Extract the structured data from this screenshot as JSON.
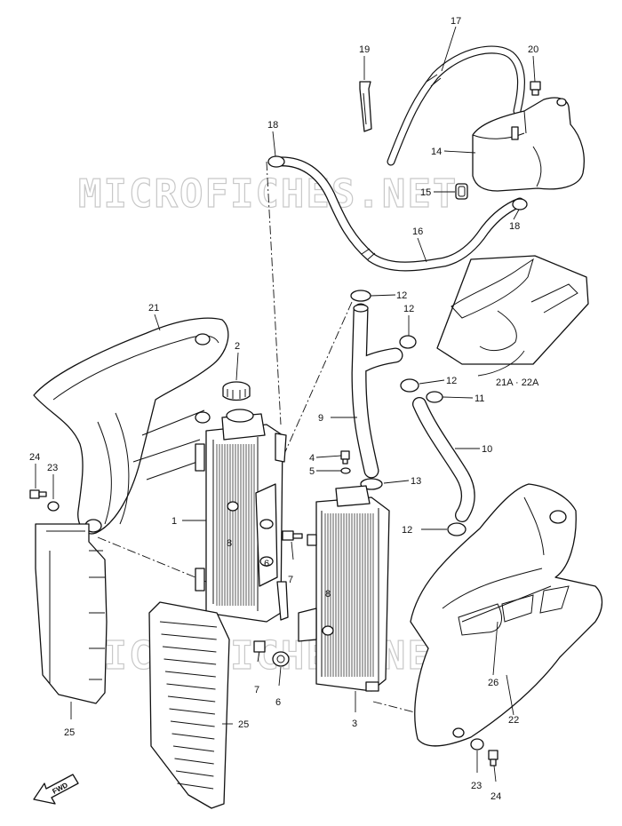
{
  "watermark": "MICROFICHES.NET",
  "fwd_mark": "FWD",
  "callouts": [
    {
      "id": "c1",
      "text": "1"
    },
    {
      "id": "c2",
      "text": "2"
    },
    {
      "id": "c3",
      "text": "3"
    },
    {
      "id": "c4",
      "text": "4"
    },
    {
      "id": "c5",
      "text": "5"
    },
    {
      "id": "c6a",
      "text": "6"
    },
    {
      "id": "c6b",
      "text": "6"
    },
    {
      "id": "c7a",
      "text": "7"
    },
    {
      "id": "c7b",
      "text": "7"
    },
    {
      "id": "c8a",
      "text": "8"
    },
    {
      "id": "c8b",
      "text": "8"
    },
    {
      "id": "c9",
      "text": "9"
    },
    {
      "id": "c10",
      "text": "10"
    },
    {
      "id": "c11",
      "text": "11"
    },
    {
      "id": "c12a",
      "text": "12"
    },
    {
      "id": "c12b",
      "text": "12"
    },
    {
      "id": "c12c",
      "text": "12"
    },
    {
      "id": "c12d",
      "text": "12"
    },
    {
      "id": "c13",
      "text": "13"
    },
    {
      "id": "c14",
      "text": "14"
    },
    {
      "id": "c15",
      "text": "15"
    },
    {
      "id": "c16",
      "text": "16"
    },
    {
      "id": "c17",
      "text": "17"
    },
    {
      "id": "c18a",
      "text": "18"
    },
    {
      "id": "c18b",
      "text": "18"
    },
    {
      "id": "c19",
      "text": "19"
    },
    {
      "id": "c20",
      "text": "20"
    },
    {
      "id": "c21",
      "text": "21"
    },
    {
      "id": "c21a",
      "text": "21A · 22A"
    },
    {
      "id": "c22",
      "text": "22"
    },
    {
      "id": "c23a",
      "text": "23"
    },
    {
      "id": "c23b",
      "text": "23"
    },
    {
      "id": "c24a",
      "text": "24"
    },
    {
      "id": "c24b",
      "text": "24"
    },
    {
      "id": "c25a",
      "text": "25"
    },
    {
      "id": "c25b",
      "text": "25"
    },
    {
      "id": "c26",
      "text": "26"
    }
  ],
  "colors": {
    "line": "#111111",
    "watermark": "#c8c8c8",
    "background": "#ffffff"
  }
}
